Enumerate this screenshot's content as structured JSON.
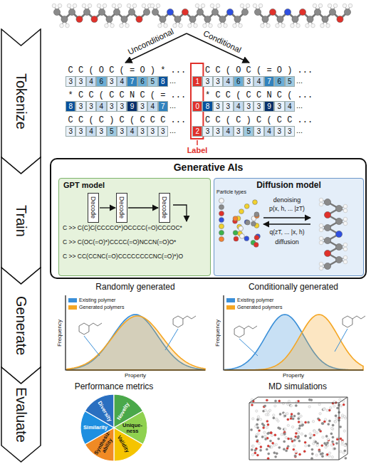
{
  "diagram": {
    "nodes": [
      {
        "text": [
          "Tokenize"
        ]
      },
      {
        "text": [
          "Train"
        ]
      },
      {
        "text": [
          "Generate"
        ]
      },
      {
        "text": [
          "Evaluate"
        ]
      },
      {
        "text": [
          "Generative AIs"
        ]
      },
      {
        "text": [
          "GPT model"
        ],
        "in": 4
      },
      {
        "text": [
          "Decode"
        ],
        "in": 5
      },
      {
        "text": [
          "Decode"
        ],
        "in": 5
      },
      {
        "text": [
          "Decode"
        ],
        "in": 5
      },
      {
        "text": [
          "Diffusion model"
        ],
        "in": 4
      }
    ],
    "edges": [
      {
        "from": 6,
        "to": 7,
        "arrow": "to"
      },
      {
        "from": 7,
        "to": 8,
        "arrow": "to"
      }
    ],
    "labels": [
      "Unconditional",
      "Conditional",
      "C C ( O C ( = O ) * ...",
      "3",
      "3",
      "4",
      "6",
      "3",
      "4",
      "7",
      "6",
      "5",
      "8",
      "...",
      "* C C ( C C N C ( = ...",
      "8",
      "3",
      "3",
      "4",
      "3",
      "3",
      "9",
      "3",
      "4",
      "7",
      "...",
      "C C ( C ) C ( C C C ...",
      "3",
      "3",
      "4",
      "3",
      "5",
      "3",
      "4",
      "3",
      "3",
      "3",
      "...",
      "C C ( O C ( = O ) ...",
      "1",
      "3",
      "3",
      "4",
      "6",
      "3",
      "4",
      "7",
      "6",
      "5",
      "...",
      "* C C ( C C N C ( ...",
      "0",
      "8",
      "3",
      "3",
      "4",
      "3",
      "3",
      "9",
      "3",
      "4",
      "...",
      "C C ( C ) C ( C C ...",
      "2",
      "3",
      "3",
      "4",
      "3",
      "5",
      "3",
      "4",
      "3",
      "3",
      "...",
      "Label",
      "C >> C(C)C(CCCCO*)OCCCC(=O)CCCOC*",
      "C >> C(OC(=O)*)CCCC(=O)NCCN(=O)O*",
      "C >> CC(CCNC(=O)CCCCCCCCNC(=O)*)O",
      "Particle types",
      "denoising",
      "p(x, h, ... |zT)",
      "q(zT, ... |x, h)",
      "diffusion",
      "Randomly generated",
      "Conditionally generated",
      "Frequency",
      "Property",
      "Frequency",
      "Property",
      "Performance metrics",
      "Diversity",
      "Novelty",
      "Unique- ness",
      "Validity",
      "Synthesiz- ability",
      "Similarity",
      "MD simulations"
    ],
    "legend": [
      {
        "text": "Existing polymer",
        "color": "#3a8fd8"
      },
      {
        "text": "Generated polymers",
        "color": "#f5a623"
      },
      {
        "text": "Existing polymer",
        "color": "#3a8fd8"
      },
      {
        "text": "Generated polymers",
        "color": "#f5a623"
      }
    ]
  }
}
